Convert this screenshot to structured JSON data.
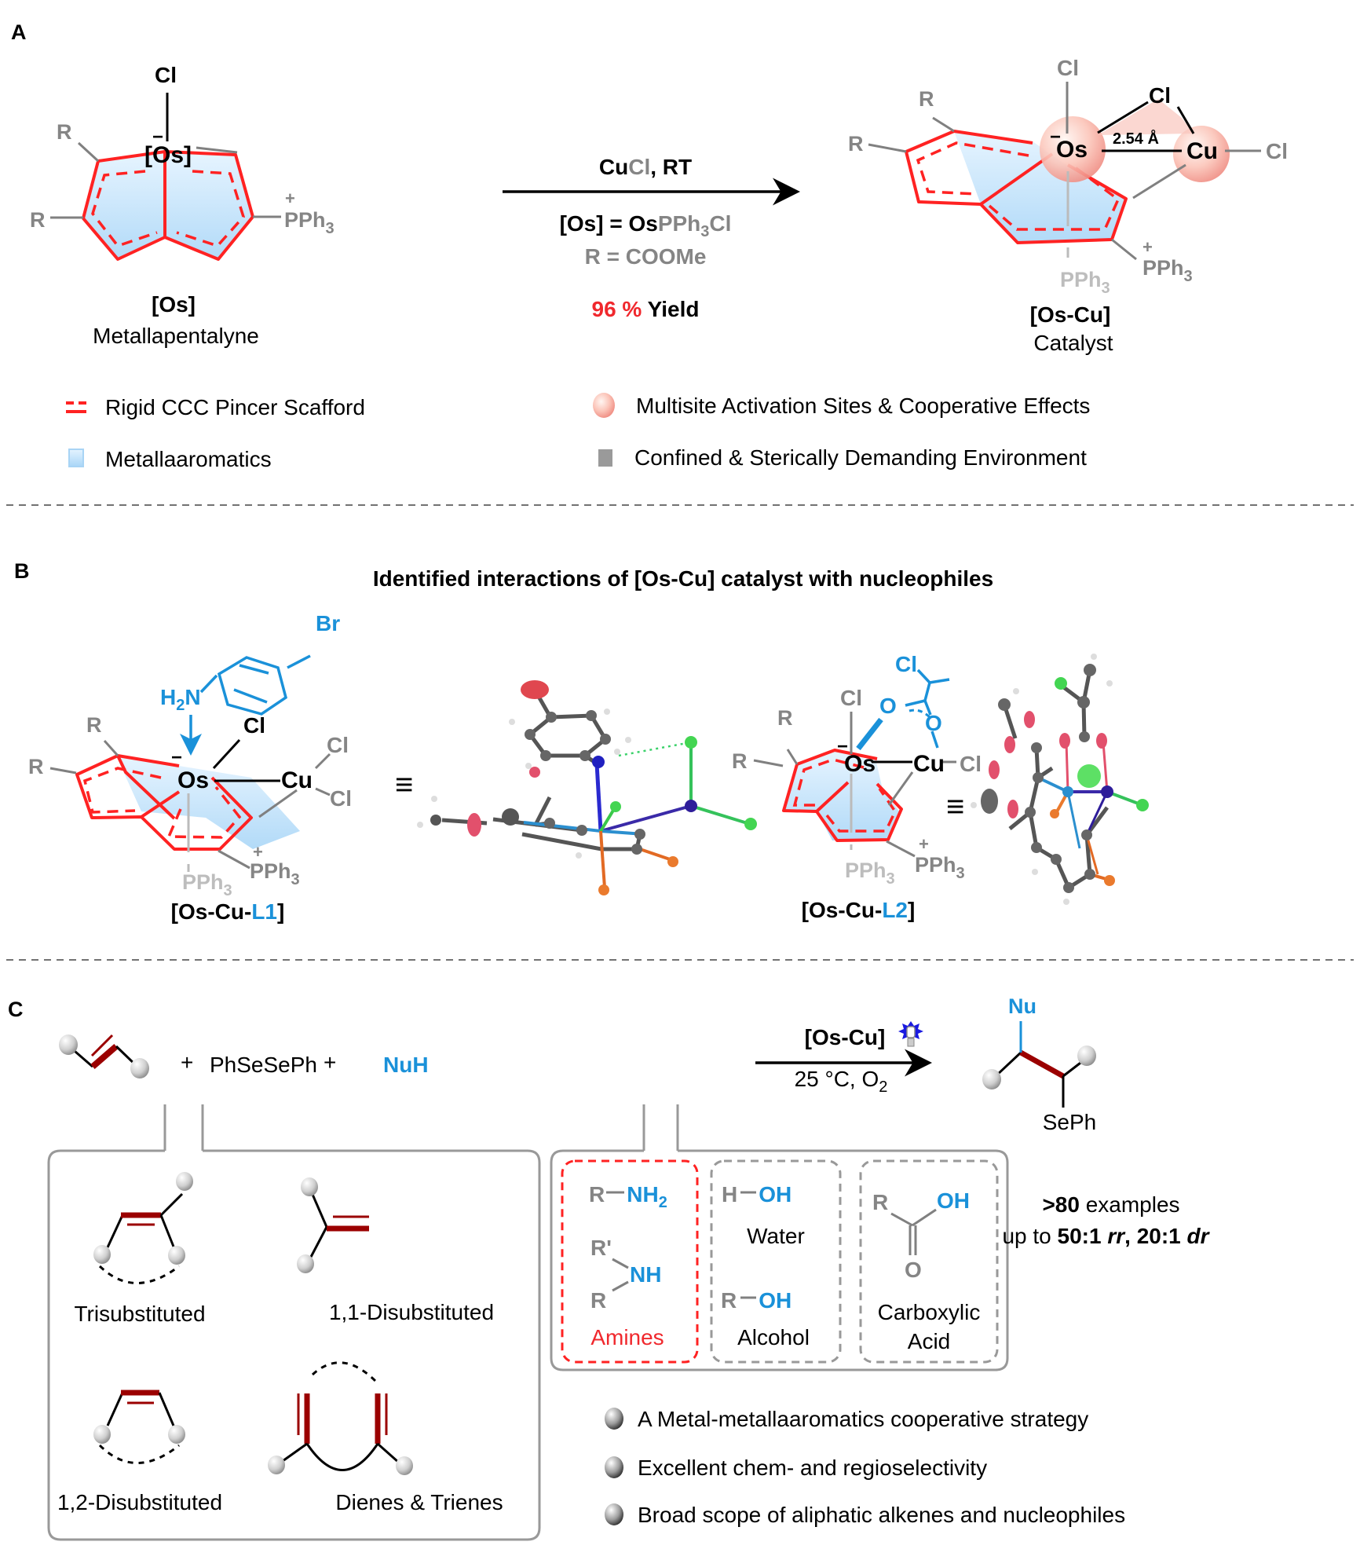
{
  "panels": {
    "A": {
      "label": "A",
      "reactant": {
        "metal": "[Os]",
        "charge": "−",
        "axial": "Cl",
        "substituent_r1": "R",
        "substituent_r2": "R",
        "phosphonium": "PPh",
        "phosphonium_sub": "3",
        "phosphonium_charge": "+",
        "name_code": "[Os]",
        "name": "Metallapentalyne"
      },
      "conditions": {
        "reagent_cu": "Cu",
        "reagent_cl": "Cl",
        "reagent_rest": ", RT",
        "def_os_left": "[Os] = Os",
        "def_os_right": "PPh",
        "def_os_sub": "3",
        "def_os_end": "Cl",
        "def_r": "R = COOMe",
        "yield_value": "96 %",
        "yield_label": " Yield"
      },
      "product": {
        "os": "Os",
        "cu": "Cu",
        "charge": "−",
        "cl_top": "Cl",
        "cl_bridge": "Cl",
        "cl_right": "Cl",
        "distance": "2.54 Å",
        "substituent_r1": "R",
        "substituent_r2": "R",
        "pph3_back": "PPh",
        "pph3_back_sub": "3",
        "pph3_front": "PPh",
        "pph3_front_sub": "3",
        "pph3_charge": "+",
        "name_code": "[Os-Cu]",
        "name": "Catalyst"
      },
      "legend": [
        {
          "icon": "red-dashed-lines-icon",
          "label": "Rigid CCC Pincer Scafford"
        },
        {
          "icon": "blue-square-icon",
          "label": "Metallaaromatics"
        },
        {
          "icon": "pink-sphere-icon",
          "label": "Multisite Activation Sites & Cooperative Effects"
        },
        {
          "icon": "gray-square-icon",
          "label": "Confined & Sterically Demanding Environment"
        }
      ]
    },
    "B": {
      "label": "B",
      "title": "Identified interactions of [Os-Cu] catalyst with nucleophiles",
      "complex1": {
        "ligand_br": "Br",
        "ligand_nh": "H",
        "ligand_nh_sub": "2",
        "ligand_n": "N",
        "os": "Os",
        "cu": "Cu",
        "charge": "−",
        "cl1": "Cl",
        "cl2": "Cl",
        "cl3": "Cl",
        "r1": "R",
        "r2": "R",
        "pph3_back": "PPh",
        "pph3_front": "PPh",
        "sub3": "3",
        "plus": "+",
        "name_prefix": "[Os-Cu-",
        "name_ligand": "L1",
        "name_suffix": "]",
        "equiv": "≡"
      },
      "complex2": {
        "ligand_cl": "Cl",
        "o1": "O",
        "o2": "O",
        "os": "Os",
        "cu": "Cu",
        "charge": "−",
        "cl_top": "Cl",
        "cl_right": "Cl",
        "r1": "R",
        "r2": "R",
        "pph3_back": "PPh",
        "pph3_front": "PPh",
        "sub3": "3",
        "plus": "+",
        "name_prefix": "[Os-Cu-",
        "name_ligand": "L2",
        "name_suffix": "]",
        "equiv": "≡"
      }
    },
    "C": {
      "label": "C",
      "plus": "+",
      "reagent_se": "PhSeSePh",
      "reagent_nu": "NuH",
      "catalyst": "[Os-Cu]",
      "conditions": "25 °C, O",
      "conditions_sub": "2",
      "product_nu": "Nu",
      "product_seph": "SePh",
      "alkene_types": [
        "Trisubstituted",
        "1,1-Disubstituted",
        "1,2-Disubstituted",
        "Dienes & Trienes"
      ],
      "nucleophiles": {
        "amines": {
          "label": "Amines",
          "f1_r": "R",
          "f1_n": "NH",
          "f1_sub": "2",
          "f2_r1": "R'",
          "f2_r2": "R",
          "f2_n": "NH"
        },
        "water": {
          "label": "Water",
          "h": "H",
          "oh": "OH"
        },
        "alcohol": {
          "label": "Alcohol",
          "r": "R",
          "oh": "OH"
        },
        "acid": {
          "label1": "Carboxylic",
          "label2": "Acid",
          "r": "R",
          "oh": "OH",
          "o": "O"
        }
      },
      "scope_count_bold": ">80",
      "scope_count_rest": " examples",
      "scope_sel_prefix": "up to ",
      "scope_rr_value": "50:1",
      "scope_rr_label": "rr",
      "scope_dr_value": "20:1",
      "scope_dr_label": "dr",
      "highlights": [
        "A Metal-metallaaromatics cooperative strategy",
        "Excellent chem- and regioselectivity",
        "Broad scope of aliphatic alkenes and nucleophiles"
      ]
    }
  },
  "colors": {
    "accent_red": "#f0282d",
    "accent_blue": "#1a91d9",
    "alkene_bond": "#9b0000"
  }
}
